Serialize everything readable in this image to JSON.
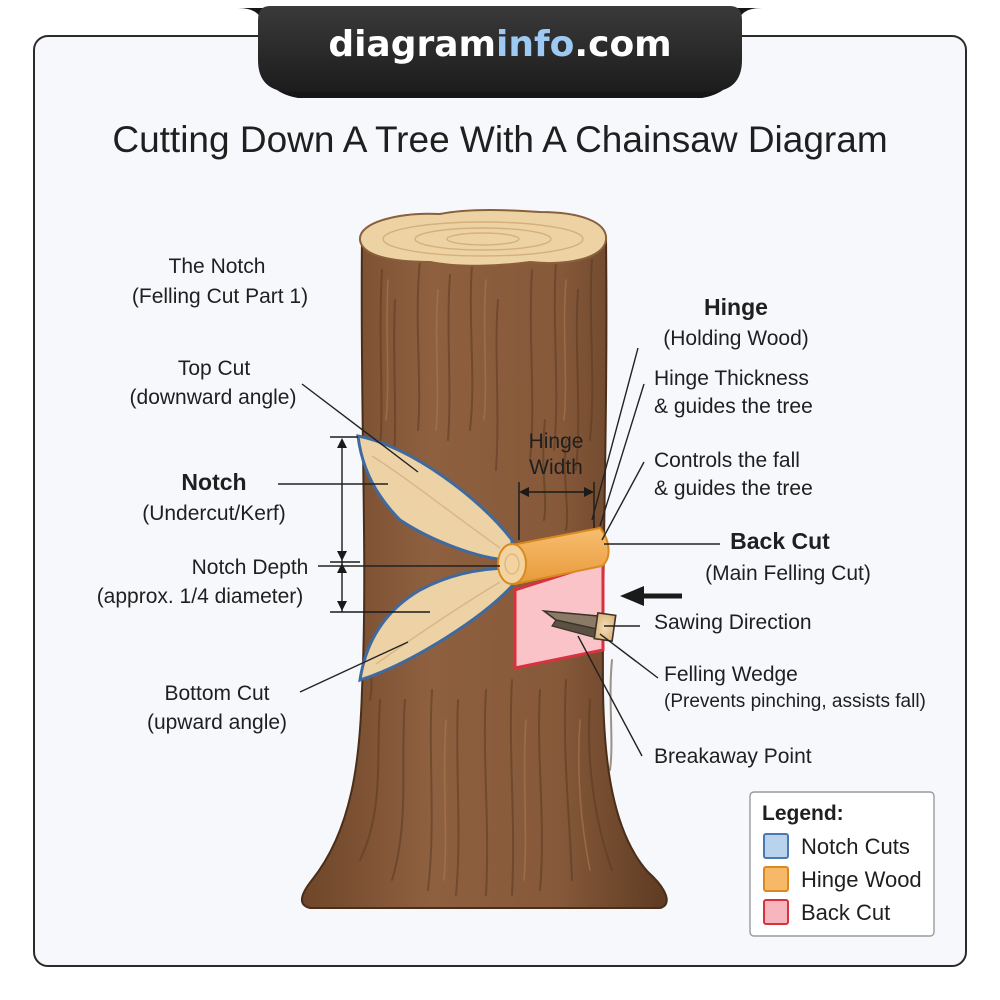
{
  "brand": {
    "part1": "diagram",
    "part2": "info",
    "part3": ".com"
  },
  "title": "Cutting Down A Tree With A Chainsaw Diagram",
  "labels": {
    "the_notch_l1": "The Notch",
    "the_notch_l2": "(Felling Cut Part 1)",
    "top_cut_l1": "Top Cut",
    "top_cut_l2": "(downward angle)",
    "notch_l1": "Notch",
    "notch_l2": "(Undercut/Kerf)",
    "notch_depth_l1": "Notch Depth",
    "notch_depth_l2": "(approx. 1/4 diameter)",
    "bottom_cut_l1": "Bottom Cut",
    "bottom_cut_l2": "(upward angle)",
    "hinge_width_l1": "Hinge",
    "hinge_width_l2": "Width",
    "hinge_l1": "Hinge",
    "hinge_l2": "(Holding Wood)",
    "hinge_thick_l1": "Hinge Thickness",
    "hinge_thick_l2": "& guides the tree",
    "controls_l1": "Controls the fall",
    "controls_l2": "& guides the tree",
    "back_cut_l1": "Back Cut",
    "back_cut_l2": "(Main Felling Cut)",
    "sawing_direction": "Sawing Direction",
    "wedge_l1": "Felling Wedge",
    "wedge_l2": "(Prevents pinching, assists fall)",
    "breakaway": "Breakaway Point"
  },
  "legend": {
    "title": "Legend:",
    "items": [
      {
        "label": "Notch Cuts",
        "color": "#b9d3ec",
        "border": "#4a78b0"
      },
      {
        "label": "Hinge Wood",
        "color": "#f7b868",
        "border": "#d98a1f"
      },
      {
        "label": "Back Cut",
        "color": "#f7b6bd",
        "border": "#d9323f"
      }
    ]
  },
  "colors": {
    "bark": "#8b5e3c",
    "bark_dark": "#5c3a22",
    "wood": "#ecd2a4",
    "notch_border": "#4a78b0",
    "hinge": "#f4ac52",
    "back_cut": "#f9c3c8",
    "back_cut_border": "#d9323f"
  }
}
